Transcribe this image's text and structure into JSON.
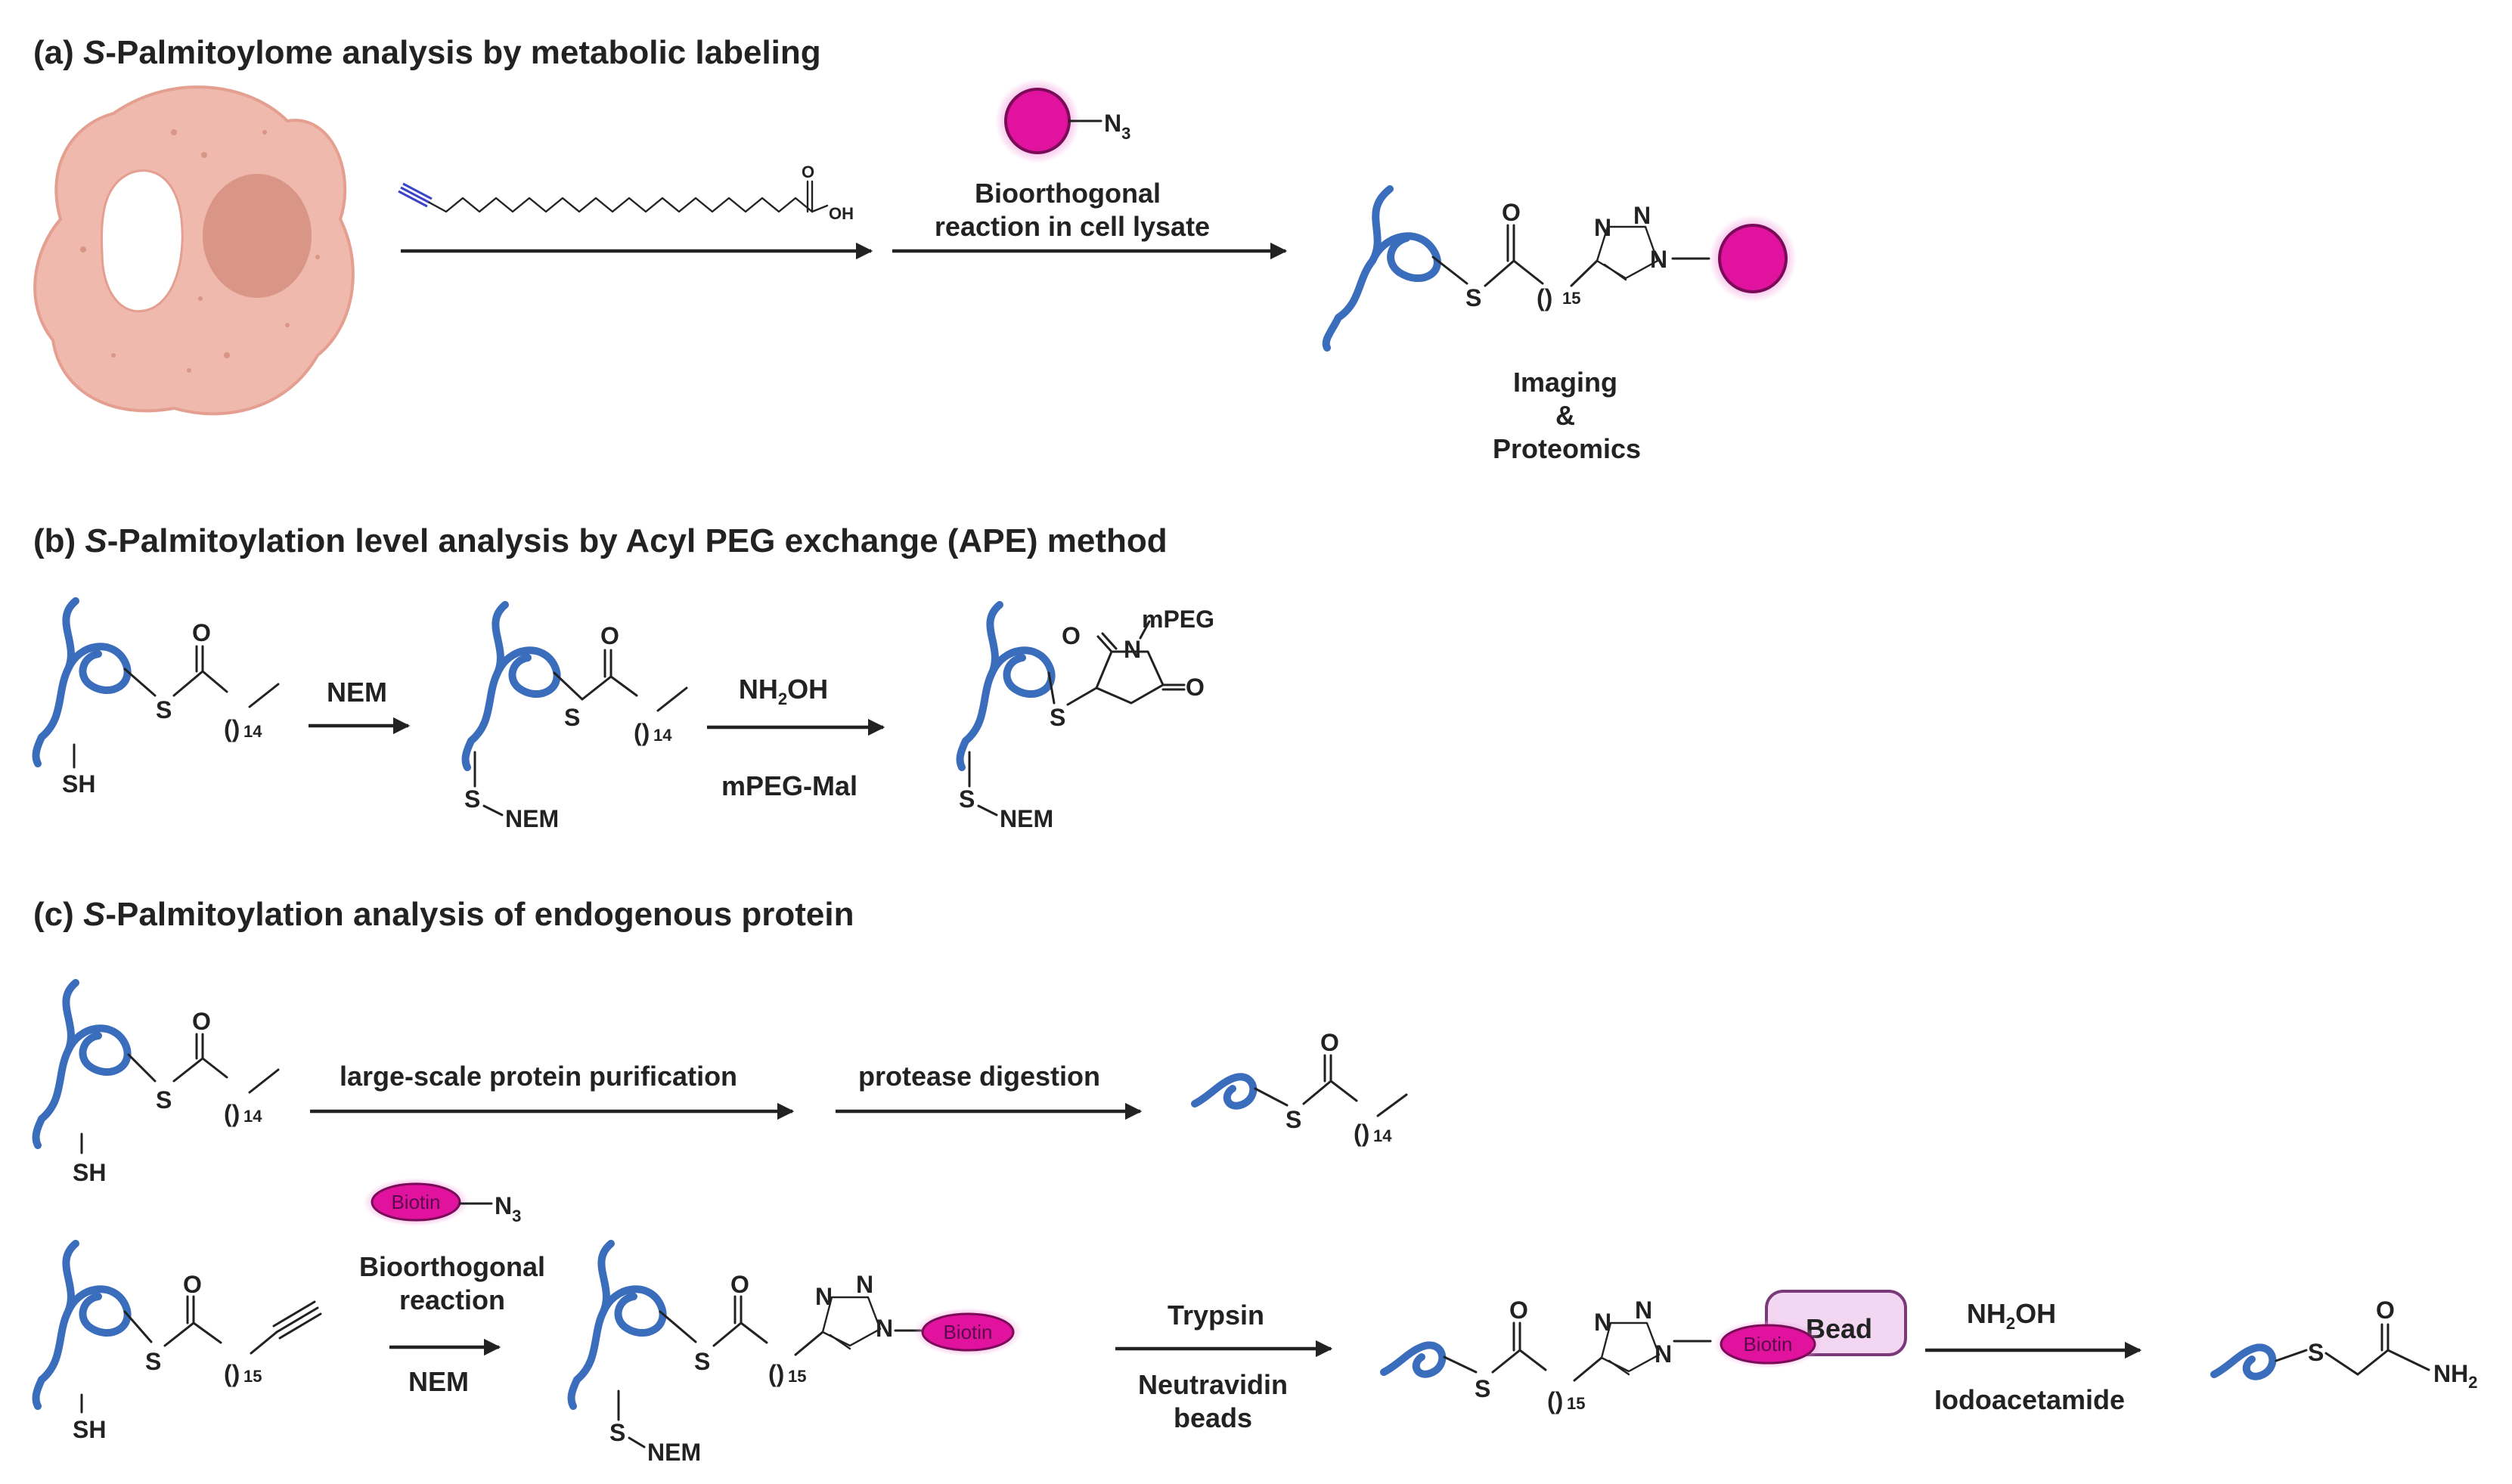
{
  "panels": {
    "a": {
      "prefix": "(a) ",
      "italic": "S",
      "rest": "-Palmitoylome analysis by metabolic labeling"
    },
    "b": {
      "prefix": "(b) ",
      "italic": "S",
      "rest": "-Palmitoylation level analysis by Acyl PEG exchange (APE) method"
    },
    "c": {
      "prefix": "(c) ",
      "italic": "S",
      "rest": "-Palmitoylation analysis of endogenous protein"
    }
  },
  "panel_a": {
    "reaction_line1": "Bioorthogonal",
    "reaction_line2": "reaction in cell lysate",
    "reagent": "N",
    "reagent_sub": "3",
    "readout_line1": "Imaging",
    "readout_line2": "&",
    "readout_line3": "Proteomics",
    "chain_n": "15",
    "acid_o": "O",
    "acid_oh": "OH"
  },
  "panel_b": {
    "step1": "NEM",
    "step2_top": "NH",
    "step2_sub": "2",
    "step2_tail": "OH",
    "step2_bottom": "mPEG-Mal",
    "chain_n": "14",
    "sh": "SH",
    "snem_s": "S",
    "snem_nem": "NEM",
    "mpeg": "mPEG"
  },
  "panel_c": {
    "row1_step1": "large-scale protein purification",
    "row1_step2": "protease digestion",
    "row2_step1_line1": "Bioorthogonal",
    "row2_step1_line2": "reaction",
    "row2_step1_bottom": "NEM",
    "row2_step2_top": "Trypsin",
    "row2_step2_bottom_line1": "Neutravidin",
    "row2_step2_bottom_line2": "beads",
    "row2_step3_top": "NH",
    "row2_step3_top_sub": "2",
    "row2_step3_top_tail": "OH",
    "row2_step3_bottom": "Iodoacetamide",
    "biotin": "Biotin",
    "bead": "Bead",
    "n3": "N",
    "n3_sub": "3",
    "chain14": "14",
    "chain15": "15",
    "nh2": "NH",
    "nh2_sub": "2",
    "sh": "SH",
    "nem": "NEM"
  },
  "atoms": {
    "S": "S",
    "O": "O",
    "N": "N"
  },
  "colors": {
    "protein": "#3a6dbb",
    "tag": "#e0129e",
    "tag_glow": "#f2a2de",
    "cell": "#efb9ad",
    "cell_nucleus": "#d99585",
    "bead": "#f2d6f2",
    "alkyne": "#3a44c8"
  }
}
